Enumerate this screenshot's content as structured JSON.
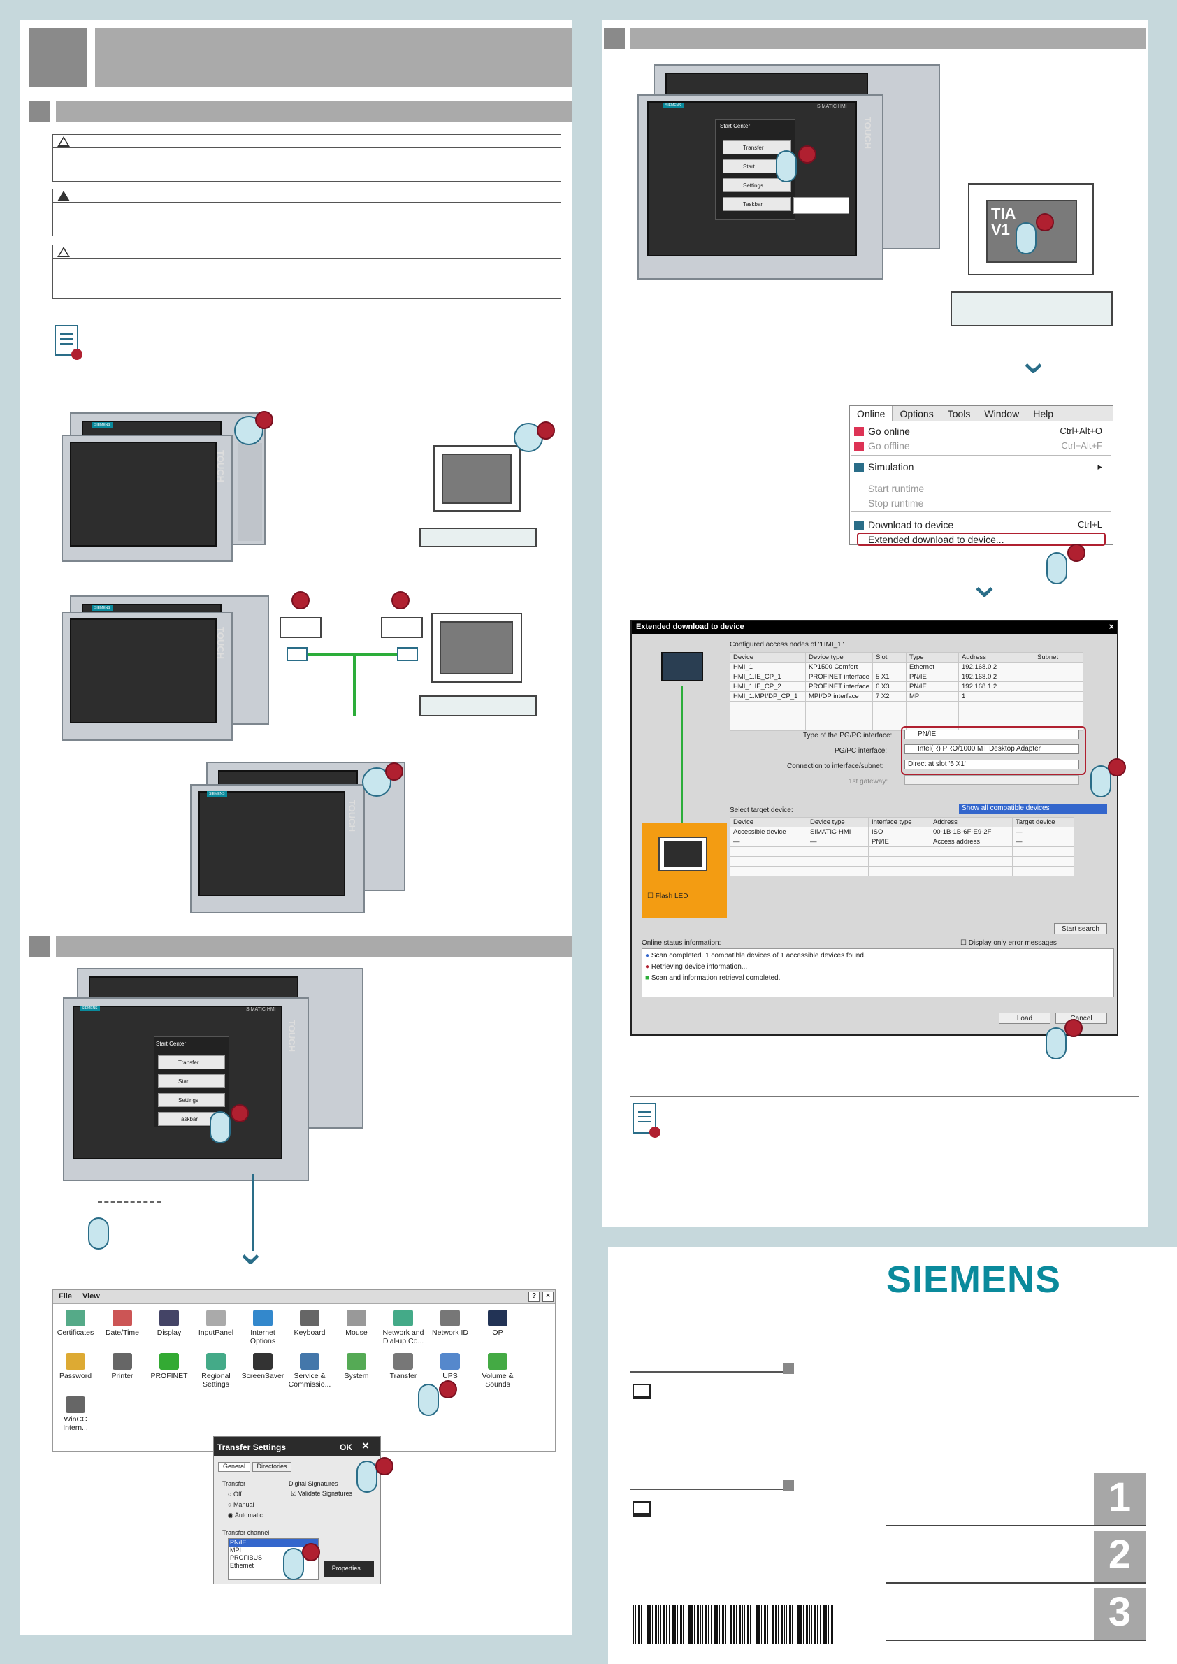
{
  "colors": {
    "accent": "#0a8a9c",
    "highlight": "#b02030",
    "orange": "#f39c12",
    "selection": "#3366cc"
  },
  "hmi": {
    "logo": "SIEMENS",
    "brand": "SIMATIC HMI",
    "touch": "TOUCH"
  },
  "start_center": {
    "title": "Start Center",
    "transfer": "Transfer",
    "start": "Start",
    "settings": "Settings",
    "taskbar": "Taskbar"
  },
  "tia": {
    "line1": "TIA",
    "line2": "V1"
  },
  "menu": {
    "bar": [
      "Online",
      "Options",
      "Tools",
      "Window",
      "Help"
    ],
    "items": [
      {
        "label": "Go online",
        "shortcut": "Ctrl+Alt+O",
        "enabled": true
      },
      {
        "label": "Go offline",
        "shortcut": "Ctrl+Alt+F",
        "enabled": false
      },
      {
        "label": "Simulation",
        "shortcut": "▸",
        "enabled": true
      },
      {
        "label": "Start runtime",
        "shortcut": "",
        "enabled": false
      },
      {
        "label": "Stop runtime",
        "shortcut": "",
        "enabled": false
      },
      {
        "label": "Download to device",
        "shortcut": "Ctrl+L",
        "enabled": true
      },
      {
        "label": "Extended download to device...",
        "shortcut": "",
        "enabled": true
      }
    ]
  },
  "ext_dialog": {
    "title": "Extended download to device",
    "configured": "Configured access nodes of \"HMI_1\"",
    "cfg_headers": [
      "Device",
      "Device type",
      "Slot",
      "Type",
      "Address",
      "Subnet"
    ],
    "cfg_rows": [
      [
        "HMI_1",
        "KP1500 Comfort",
        "",
        "Ethernet",
        "192.168.0.2",
        ""
      ],
      [
        "HMI_1.IE_CP_1",
        "PROFINET interface",
        "5 X1",
        "PN/IE",
        "192.168.0.2",
        ""
      ],
      [
        "HMI_1.IE_CP_2",
        "PROFINET interface",
        "6 X3",
        "PN/IE",
        "192.168.1.2",
        ""
      ],
      [
        "HMI_1.MPI/DP_CP_1",
        "MPI/DP interface",
        "7 X2",
        "MPI",
        "1",
        ""
      ]
    ],
    "type_label": "Type of the PG/PC interface:",
    "type_value": "PN/IE",
    "pgpc_label": "PG/PC interface:",
    "pgpc_value": "Intel(R) PRO/1000 MT Desktop Adapter",
    "conn_label": "Connection to interface/subnet:",
    "conn_value": "Direct at slot '5 X1'",
    "gateway_label": "1st gateway:",
    "select_label": "Select target device:",
    "select_value": "Show all compatible devices",
    "tgt_headers": [
      "Device",
      "Device type",
      "Interface type",
      "Address",
      "Target device"
    ],
    "tgt_rows": [
      [
        "Accessible device",
        "SIMATIC-HMI",
        "ISO",
        "00-1B-1B-6F-E9-2F",
        "—"
      ],
      [
        "—",
        "—",
        "PN/IE",
        "Access address",
        "—"
      ]
    ],
    "flash_led": "Flash LED",
    "start_search": "Start search",
    "online_status": "Online status information:",
    "display_errors": "Display only error messages",
    "messages": [
      "Scan completed. 1 compatible devices of 1 accessible devices found.",
      "Retrieving device information...",
      "Scan and information retrieval completed."
    ],
    "load": "Load",
    "cancel": "Cancel"
  },
  "control_panel": {
    "menu": [
      "File",
      "View"
    ],
    "items": [
      "Certificates",
      "Date/Time",
      "Display",
      "InputPanel",
      "Internet Options",
      "Keyboard",
      "Mouse",
      "Network and Dial-up Co...",
      "Network ID",
      "OP",
      "Password",
      "Printer",
      "PROFINET",
      "Regional Settings",
      "ScreenSaver",
      "Service & Commissio...",
      "System",
      "Transfer",
      "UPS",
      "Volume & Sounds",
      "WinCC Intern..."
    ]
  },
  "transfer_settings": {
    "title": "Transfer Settings",
    "ok": "OK",
    "tabs": [
      "General",
      "Directories"
    ],
    "transfer_group": "Transfer",
    "modes": [
      "Off",
      "Manual",
      "Automatic"
    ],
    "digital_sig": "Digital Signatures",
    "validate": "Validate Signatures",
    "channel": "Transfer channel",
    "channels": [
      "PN/IE",
      "MPI",
      "PROFIBUS",
      "Ethernet"
    ],
    "properties": "Properties..."
  },
  "cover": {
    "logo": "SIEMENS",
    "tabs": [
      "1",
      "2",
      "3"
    ]
  }
}
